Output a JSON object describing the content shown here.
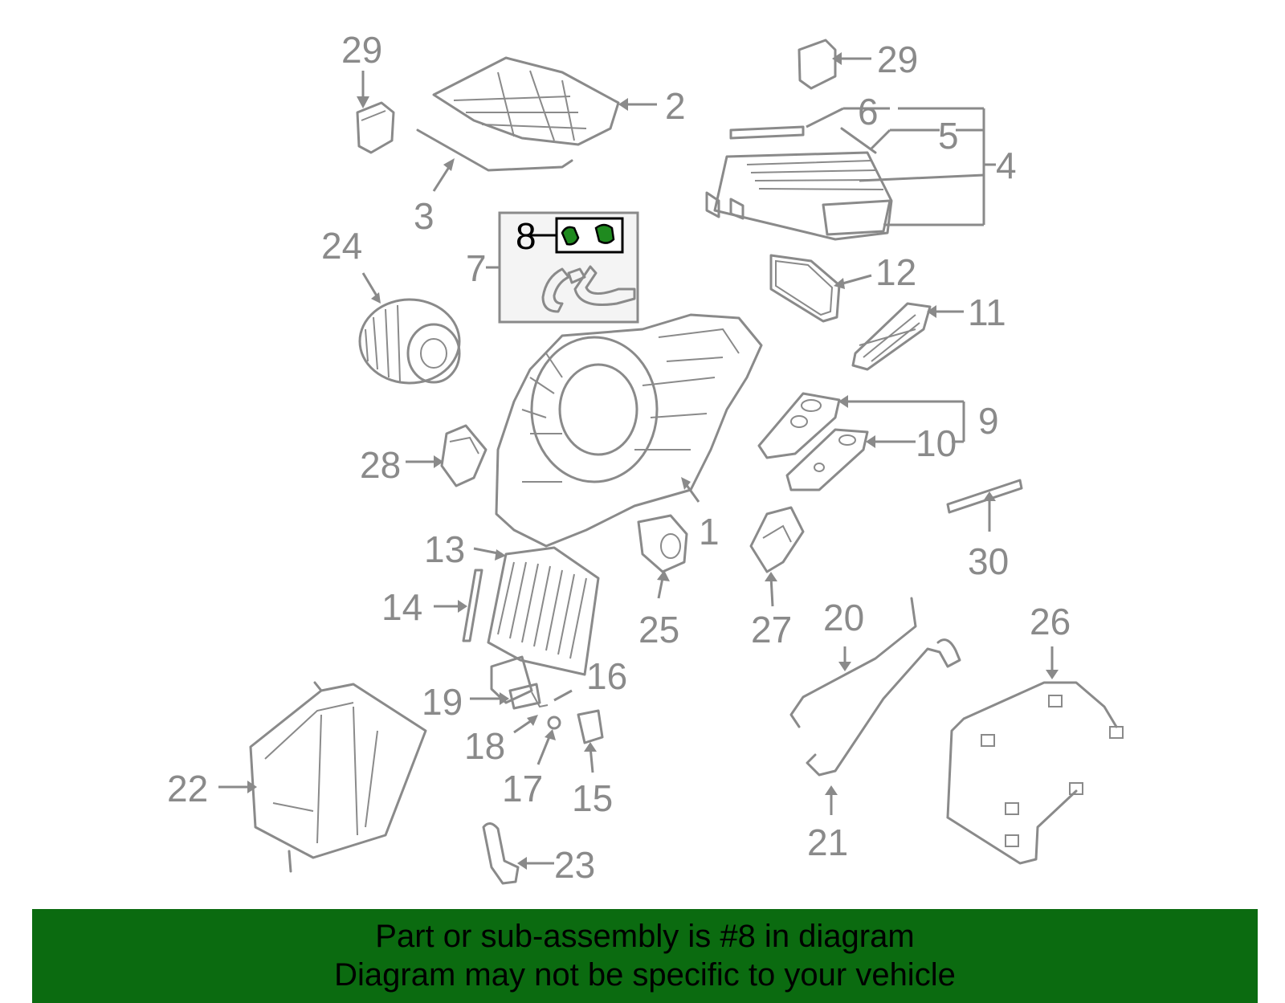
{
  "diagram": {
    "labels": {
      "1": "1",
      "2": "2",
      "3": "3",
      "4": "4",
      "5": "5",
      "6": "6",
      "7": "7",
      "8": "8",
      "9": "9",
      "10": "10",
      "11": "11",
      "12": "12",
      "13": "13",
      "14": "14",
      "15": "15",
      "16": "16",
      "17": "17",
      "18": "18",
      "19": "19",
      "20": "20",
      "21": "21",
      "22": "22",
      "23": "23",
      "24": "24",
      "25": "25",
      "26": "26",
      "27": "27",
      "28": "28",
      "29a": "29",
      "29b": "29",
      "30": "30"
    },
    "highlighted_part": "8",
    "colors": {
      "line": "#8a8a8a",
      "highlight_fill": "#1f8a1f",
      "banner": "#0b6b10",
      "inset_bg": "#f4f4f4"
    }
  },
  "banner": {
    "line1": "Part or sub-assembly is #8 in diagram",
    "line2": "Diagram may not be specific to your vehicle"
  }
}
